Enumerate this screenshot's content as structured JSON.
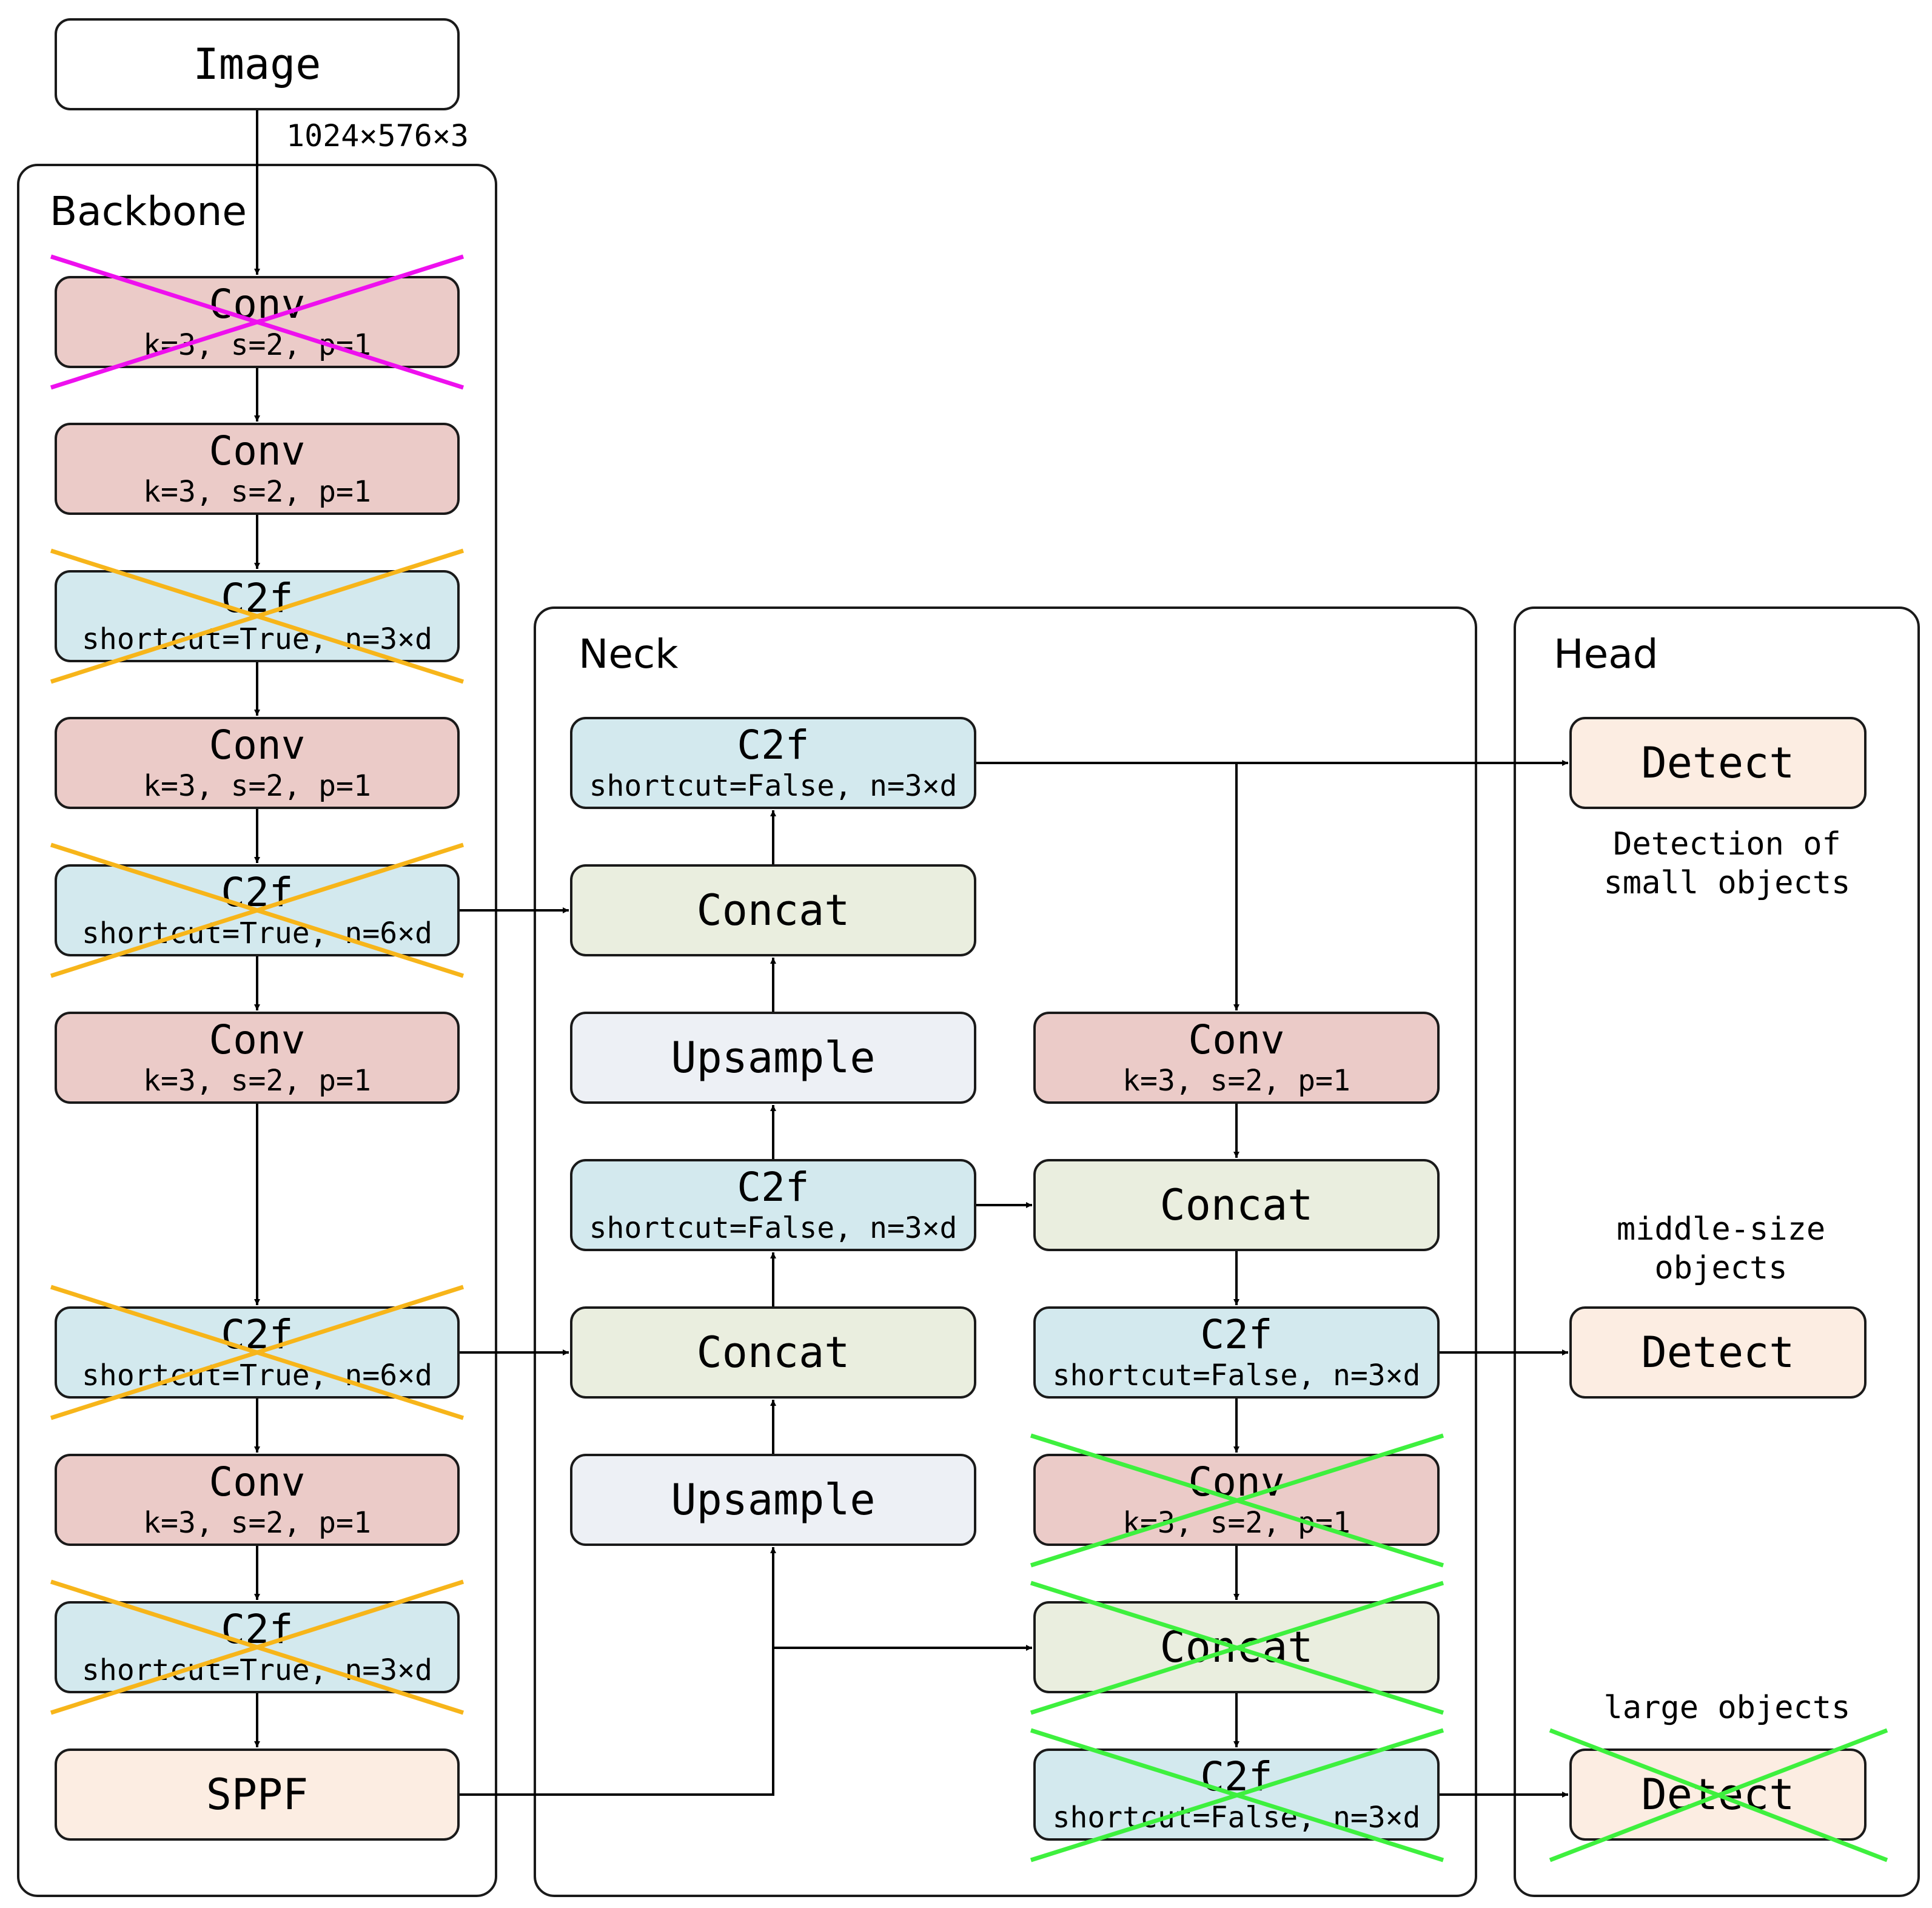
{
  "input": {
    "label": "Image",
    "shape": "1024×576×3"
  },
  "backbone": {
    "title": "Backbone",
    "blocks": [
      {
        "name": "Conv",
        "params": "k=3, s=2, p=1",
        "removed": "magenta"
      },
      {
        "name": "Conv",
        "params": "k=3, s=2, p=1",
        "removed": null
      },
      {
        "name": "C2f",
        "params": "shortcut=True, n=3×d",
        "removed": "orange"
      },
      {
        "name": "Conv",
        "params": "k=3, s=2, p=1",
        "removed": null
      },
      {
        "name": "C2f",
        "params": "shortcut=True, n=6×d",
        "removed": "orange"
      },
      {
        "name": "Conv",
        "params": "k=3, s=2, p=1",
        "removed": null
      },
      {
        "name": "C2f",
        "params": "shortcut=True, n=6×d",
        "removed": "orange"
      },
      {
        "name": "Conv",
        "params": "k=3, s=2, p=1",
        "removed": null
      },
      {
        "name": "C2f",
        "params": "shortcut=True, n=3×d",
        "removed": "orange"
      },
      {
        "name": "SPPF",
        "params": "",
        "removed": null
      }
    ]
  },
  "neck": {
    "title": "Neck",
    "left_column": [
      {
        "name": "C2f",
        "params": "shortcut=False, n=3×d"
      },
      {
        "name": "Concat",
        "params": ""
      },
      {
        "name": "Upsample",
        "params": ""
      },
      {
        "name": "C2f",
        "params": "shortcut=False, n=3×d"
      },
      {
        "name": "Concat",
        "params": ""
      },
      {
        "name": "Upsample",
        "params": ""
      }
    ],
    "right_column": [
      {
        "name": "Conv",
        "params": "k=3, s=2, p=1",
        "removed": null
      },
      {
        "name": "Concat",
        "params": "",
        "removed": null
      },
      {
        "name": "C2f",
        "params": "shortcut=False, n=3×d",
        "removed": null
      },
      {
        "name": "Conv",
        "params": "k=3, s=2, p=1",
        "removed": "green"
      },
      {
        "name": "Concat",
        "params": "",
        "removed": "green"
      },
      {
        "name": "C2f",
        "params": "shortcut=False, n=3×d",
        "removed": "green"
      }
    ]
  },
  "head": {
    "title": "Head",
    "detects": [
      {
        "name": "Detect",
        "note_lines": [
          "Detection of",
          "small objects"
        ],
        "removed": null
      },
      {
        "name": "Detect",
        "note_lines": [
          "middle-size",
          "objects"
        ],
        "removed": null
      },
      {
        "name": "Detect",
        "note_lines": [
          "large objects"
        ],
        "removed": "green"
      }
    ]
  },
  "cross_colors": {
    "magenta": "#ee10ee",
    "orange": "#f7b51a",
    "green": "#3ef03e"
  },
  "node_colors": {
    "conv": "#ebcbc8",
    "c2f": "#d3e9ee",
    "concat": "#eaeedf",
    "upsample": "#edf0f5",
    "sppf": "#fcede2",
    "detect": "#fcede2"
  }
}
